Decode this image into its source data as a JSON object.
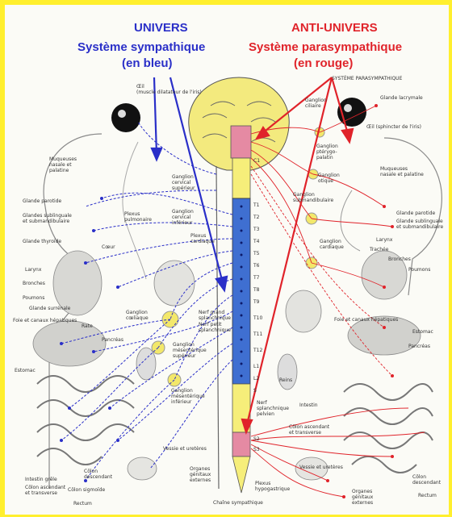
{
  "colors": {
    "frame": "#ffef2e",
    "sympathetic": "#2a2fc8",
    "parasympathetic": "#e0232a",
    "spine_blue": "#3f6fd1",
    "spine_yellow": "#f6ee7a",
    "spine_pink": "#e58aa3",
    "brain_yellow": "#f3ea7e"
  },
  "headers": {
    "left_title": "UNIVERS",
    "left_subtitle_1": "Système sympathique",
    "left_subtitle_2": "(en bleu)",
    "right_title": "ANTI-UNIVERS",
    "right_subtitle_1": "Système parasympathique",
    "right_subtitle_2": "(en rouge)"
  },
  "left_labels": [
    "Œil\n(muscle dilatateur de l'iris)",
    "Muqueuses\nnasale et\npalatine",
    "Glande parotide",
    "Glandes sublinguale\net submandibulaire",
    "Glande thyroïde",
    "Larynx",
    "Bronches",
    "Poumons",
    "Cœur",
    "Plexus\npulmonaire",
    "Plexus\ncardiaque",
    "Ganglion\ncervical\nsupérieur",
    "Ganglion\ncervical\ninférieur",
    "Glande surrénale",
    "Foie et canaux hépatiques",
    "Estomac",
    "Rate",
    "Pancréas",
    "Nerf grand\nsplanchnique",
    "Nerf petit\nsplanchnique",
    "Ganglion\ncœliaque",
    "Ganglion\nmésentérique\nsupérieur",
    "Ganglion\nmésentérique\ninférieur",
    "Intestin grêle",
    "Côlon ascendant\net transverse",
    "Côlon\ndescendant",
    "Côlon sigmoïde",
    "Rectum",
    "Vessie et uretères",
    "Organes\ngénitaux\nexternes",
    "Chaîne sympathique"
  ],
  "right_labels": [
    "SYSTÈME PARASYMPATHIQUE",
    "Glande lacrymale",
    "Œil (sphincter de l'iris)",
    "Ganglion\nciliaire",
    "Ganglion\nptérygo-\npalatin",
    "Ganglion\notique",
    "Ganglion\nsubmandibulaire",
    "Muqueuses\nnasale et palatine",
    "Glande parotide",
    "Glande sublinguale\net submandibulaire",
    "Larynx",
    "Trachée",
    "Bronches",
    "Poumons",
    "Ganglion\ncardiaque",
    "Foie et canaux hépatiques",
    "Estomac",
    "Pancréas",
    "Reins",
    "Intestin",
    "Nerf\nsplanchnique\npelvien",
    "Côlon ascendant\net transverse",
    "Côlon\ndescendant",
    "Vessie et uretères",
    "Plexus\nhypogastrique",
    "Organes\ngénitaux\nexternes",
    "Rectum"
  ],
  "spine_labels": [
    "C1",
    "T1",
    "T2",
    "T3",
    "T4",
    "T5",
    "T6",
    "T7",
    "T8",
    "T9",
    "T10",
    "T11",
    "T12",
    "L1",
    "L2",
    "S",
    "S2",
    "S3"
  ]
}
